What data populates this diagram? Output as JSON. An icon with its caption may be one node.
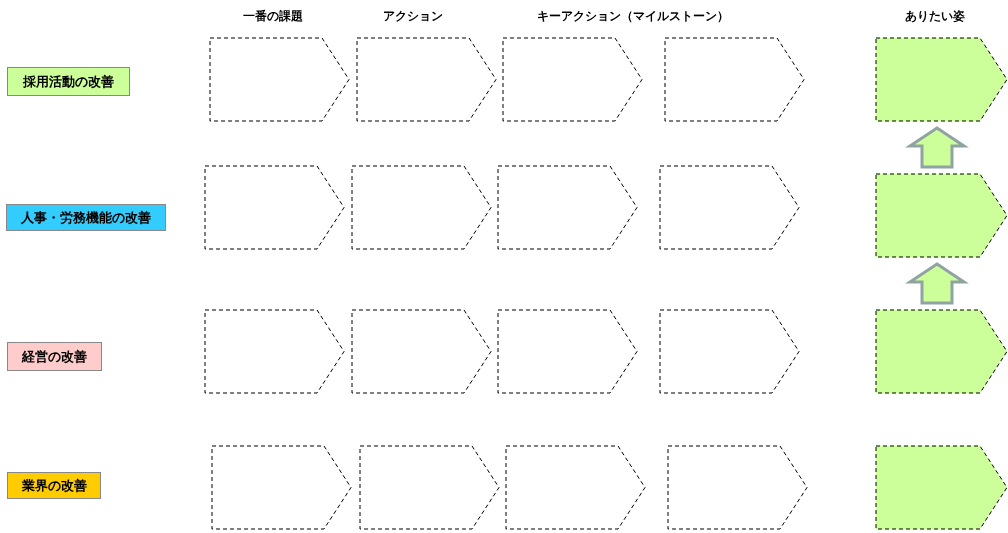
{
  "diagram": {
    "nodes": [
      {
        "text": [
          "採用活動の改善"
        ]
      },
      {
        "text": [],
        "shape": "chevron"
      },
      {
        "text": [],
        "shape": "chevron"
      },
      {
        "text": [],
        "shape": "chevron"
      },
      {
        "text": [],
        "shape": "chevron"
      },
      {
        "text": [],
        "shape": "chevron"
      },
      {
        "text": [
          "人事・労務機能の改善"
        ]
      },
      {
        "text": [],
        "shape": "chevron"
      },
      {
        "text": [],
        "shape": "chevron"
      },
      {
        "text": [],
        "shape": "chevron"
      },
      {
        "text": [],
        "shape": "chevron"
      },
      {
        "text": [],
        "shape": "chevron"
      },
      {
        "text": [
          "経営の改善"
        ]
      },
      {
        "text": [],
        "shape": "chevron"
      },
      {
        "text": [],
        "shape": "chevron"
      },
      {
        "text": [],
        "shape": "chevron"
      },
      {
        "text": [],
        "shape": "chevron"
      },
      {
        "text": [],
        "shape": "chevron"
      },
      {
        "text": [
          "業界の改善"
        ]
      },
      {
        "text": [],
        "shape": "chevron"
      },
      {
        "text": [],
        "shape": "chevron"
      },
      {
        "text": [],
        "shape": "chevron"
      },
      {
        "text": [],
        "shape": "chevron"
      },
      {
        "text": [],
        "shape": "chevron"
      }
    ],
    "edges": [
      {
        "from": 11,
        "to": 5,
        "arrow": "to",
        "style": "thick"
      },
      {
        "from": 17,
        "to": 11,
        "arrow": "to",
        "style": "thick"
      }
    ],
    "labels": [
      "一番の課題",
      "アクション",
      "キーアクション（マイルストーン）",
      "ありたい姿"
    ]
  }
}
